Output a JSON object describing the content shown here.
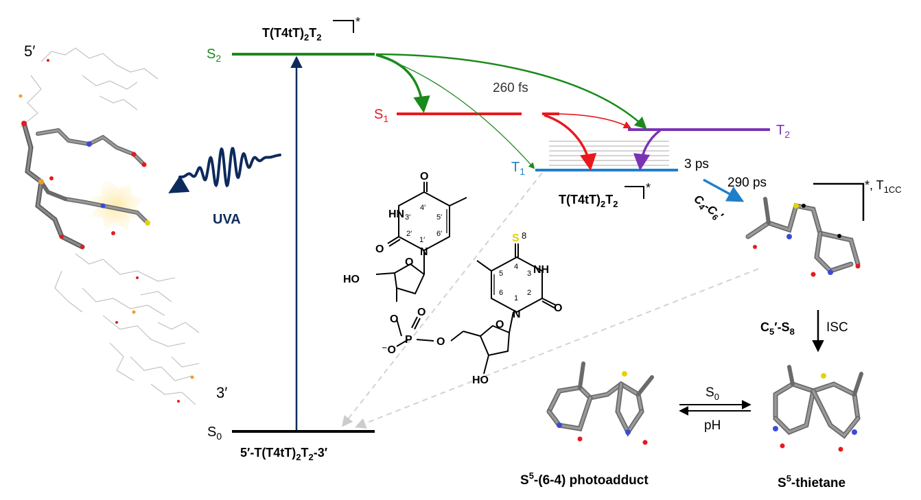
{
  "labels": {
    "five_prime": "5′",
    "three_prime": "3′",
    "uva": "UVA",
    "s0_state": "S",
    "s0_sub": "0",
    "s1_state": "S",
    "s1_sub": "1",
    "s2_state": "S",
    "s2_sub": "2",
    "t1_state": "T",
    "t1_sub": "1",
    "t2_state": "T",
    "t2_sub": "2",
    "time_260": "260 fs",
    "time_3ps": "3 ps",
    "time_290": "290 ps",
    "top_species_base": "T(T4tT)",
    "top_species_sub2": "2",
    "top_species_T2": "T",
    "top_species_T2_sub": "2",
    "star": "*",
    "mid_species_base": "T(T4tT)",
    "mid_species_sub2": "2",
    "mid_species_T2": "T",
    "mid_species_T2_sub": "2",
    "ground_species_pre": "5′-T(T4tT)",
    "ground_species_sub": "2",
    "ground_species_mid": "T",
    "ground_species_sub2": "2",
    "ground_species_post": "-3′",
    "bond_c4c6_a": "C",
    "bond_c4c6_a_sub": "4",
    "bond_c4c6_dash": "-C",
    "bond_c4c6_b_sub": "6",
    "bond_c4c6_prime": "′",
    "biradical_label": "*, T",
    "biradical_sub": "1CC",
    "c5s8_a": "C",
    "c5s8_a_sub": "5",
    "c5s8_prime": "′",
    "c5s8_dash": "-S",
    "c5s8_sub": "8",
    "isc": "ISC",
    "eq_top": "S",
    "eq_top_sub": "0",
    "eq_bottom": "pH",
    "product_left_pre": "S",
    "product_left_sup": "5",
    "product_left_post": "-(6-4) photoadduct",
    "product_right_pre": "S",
    "product_right_sup": "5",
    "product_right_post": "-thietane"
  },
  "chem": {
    "O": "O",
    "HN": "HN",
    "NH": "NH",
    "N": "N",
    "HO": "HO",
    "P": "P",
    "minus_O": "⁻O",
    "S": "S",
    "S_num": "8",
    "n3p": "3′",
    "n4p": "4′",
    "n5p": "5′",
    "n2p": "2′",
    "n1p": "1′",
    "n6p": "6′",
    "n5": "5",
    "n4": "4",
    "n3": "3",
    "n6": "6",
    "n2": "2",
    "n1": "1"
  },
  "colors": {
    "s2_green": "#1a8a1a",
    "s1_red": "#e8191d",
    "t1_blue": "#1f7fc9",
    "t2_purple": "#7b33b5",
    "navy": "#0d2a5c",
    "sulfur": "#e6d200"
  }
}
